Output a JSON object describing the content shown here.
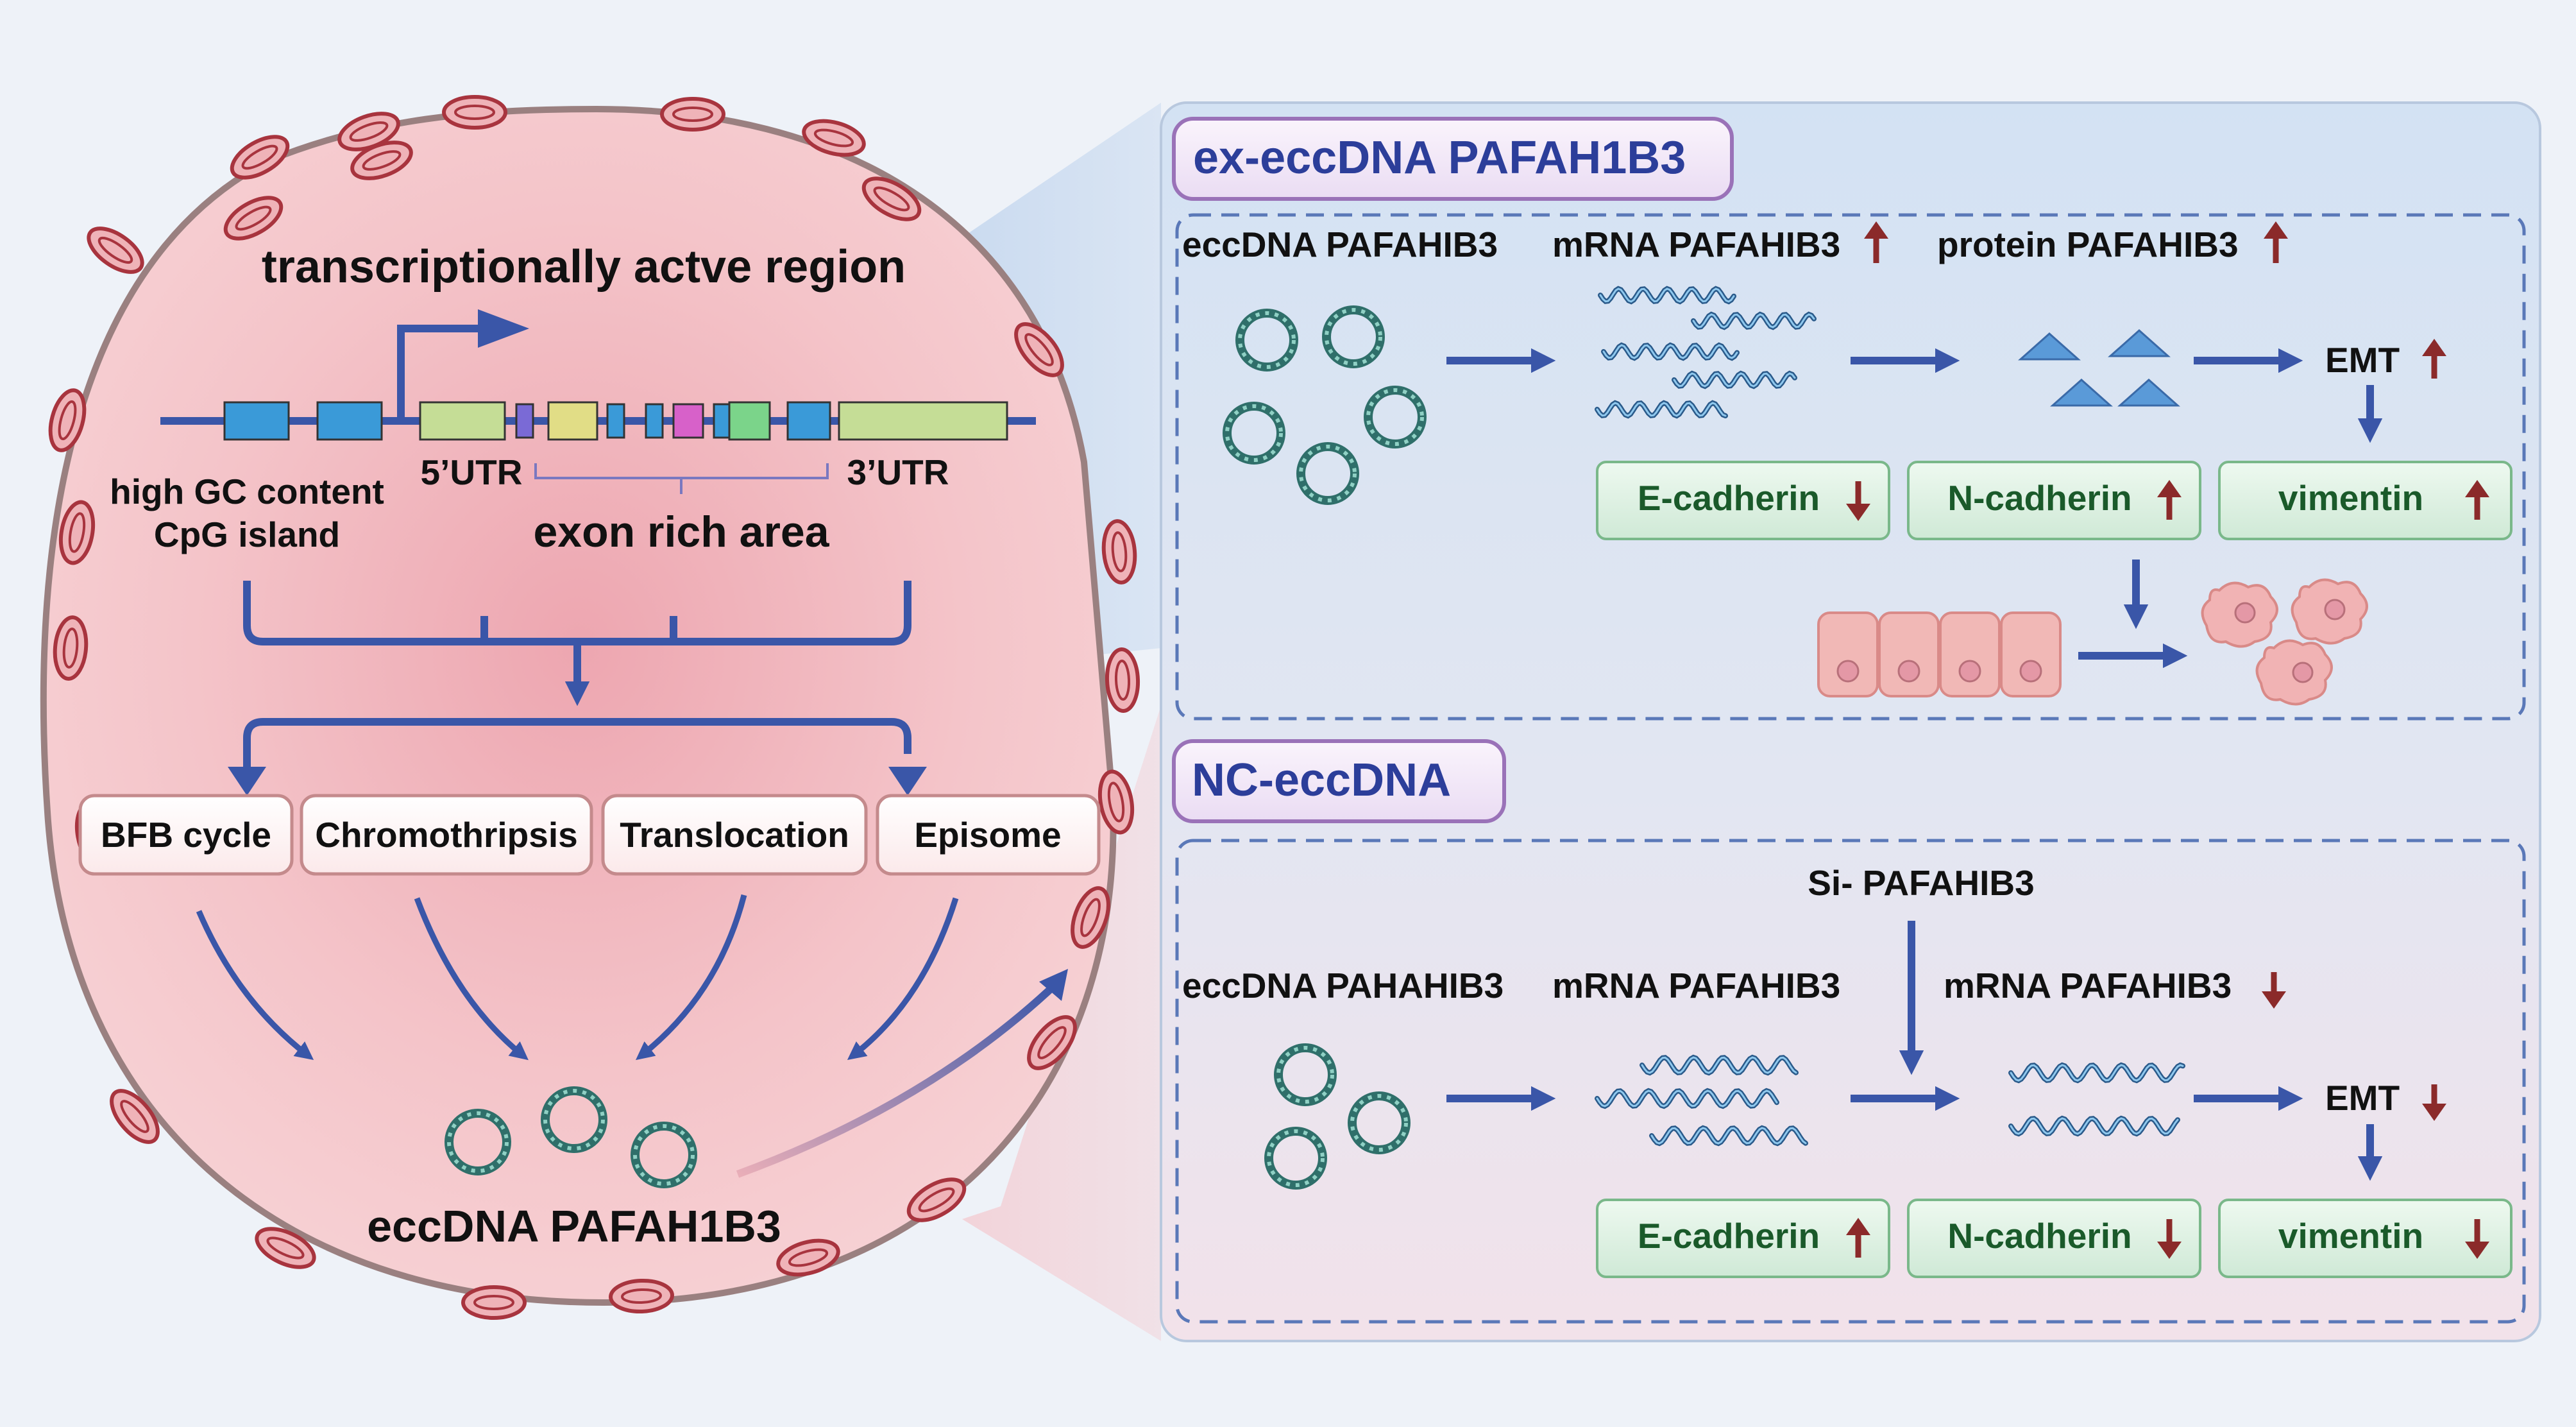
{
  "cell": {
    "region_title": "transcriptionally actve region",
    "left_label_line1": "high GC content",
    "left_label_line2": "CpG island",
    "utr5": "5’UTR",
    "utr3": "3’UTR",
    "exon_label": "exon rich area",
    "mechanisms": [
      "BFB cycle",
      "Chromothripsis",
      "Translocation",
      "Episome"
    ],
    "product_label": "eccDNA PAFAH1B3"
  },
  "panel_top": {
    "title": "ex-eccDNA PAFAH1B3",
    "col_ecc": "eccDNA PAFAHIB3",
    "col_mrna": "mRNA PAFAHIB3",
    "col_protein": "protein PAFAHIB3",
    "emt": "EMT",
    "markers": [
      {
        "name": "E-cadherin",
        "dir": "down"
      },
      {
        "name": "N-cadherin",
        "dir": "up"
      },
      {
        "name": "vimentin",
        "dir": "up"
      }
    ]
  },
  "panel_bottom": {
    "title": "NC-eccDNA",
    "si_label": "Si- PAFAHIB3",
    "col_ecc": "eccDNA PAHAHIB3",
    "col_mrna": "mRNA PAFAHIB3",
    "col_mrna2": "mRNA PAFAHIB3",
    "emt": "EMT",
    "markers": [
      {
        "name": "E-cadherin",
        "dir": "up"
      },
      {
        "name": "N-cadherin",
        "dir": "down"
      },
      {
        "name": "vimentin",
        "dir": "down"
      }
    ]
  },
  "colors": {
    "arrow_blue": "#3a56a8",
    "up_red": "#8b2a2a",
    "cell_fill": "#f3c3c7",
    "panel_fill": "#d6e3f2",
    "title_border": "#9a72b8",
    "marker_fill": "#dff2e4"
  }
}
